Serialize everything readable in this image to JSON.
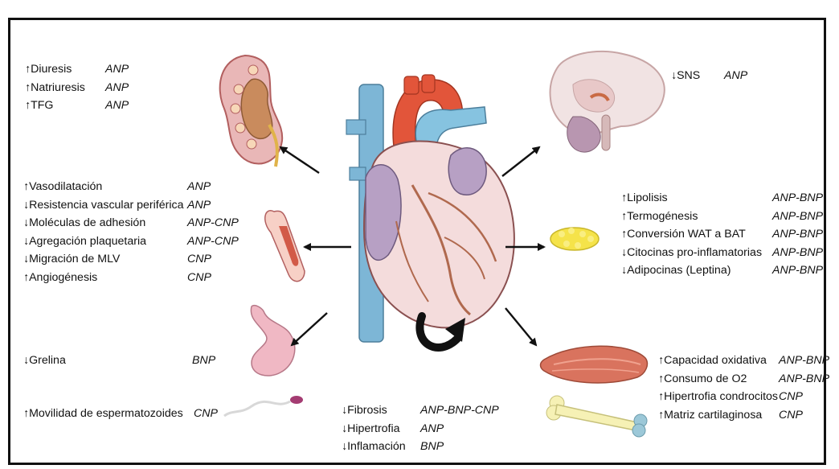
{
  "kidney_effects": [
    {
      "arrow": "up",
      "label": "Diuresis",
      "hormone": "ANP"
    },
    {
      "arrow": "up",
      "label": "Natriuresis",
      "hormone": "ANP"
    },
    {
      "arrow": "up",
      "label": "TFG",
      "hormone": "ANP"
    }
  ],
  "vascular_effects": [
    {
      "arrow": "up",
      "label": "Vasodilatación",
      "hormone": "ANP"
    },
    {
      "arrow": "down",
      "label": "Resistencia vascular periférica",
      "hormone": "ANP"
    },
    {
      "arrow": "down",
      "label": "Moléculas de adhesión",
      "hormone": "ANP-CNP"
    },
    {
      "arrow": "down",
      "label": "Agregación plaquetaria",
      "hormone": "ANP-CNP"
    },
    {
      "arrow": "down",
      "label": "Migración de MLV",
      "hormone": "CNP"
    },
    {
      "arrow": "up",
      "label": "Angiogénesis",
      "hormone": "CNP"
    }
  ],
  "stomach_effects": [
    {
      "arrow": "down",
      "label": "Grelina",
      "hormone": "BNP"
    }
  ],
  "sperm_effects": [
    {
      "arrow": "up",
      "label": "Movilidad de espermatozoides",
      "hormone": "CNP"
    }
  ],
  "heart_effects": [
    {
      "arrow": "down",
      "label": "Fibrosis",
      "hormone": "ANP-BNP-CNP"
    },
    {
      "arrow": "down",
      "label": "Hipertrofia",
      "hormone": "ANP"
    },
    {
      "arrow": "down",
      "label": "Inflamación",
      "hormone": "BNP"
    }
  ],
  "brain_effects": [
    {
      "arrow": "down",
      "label": "SNS",
      "hormone": "ANP"
    }
  ],
  "fat_effects": [
    {
      "arrow": "up",
      "label": "Lipolisis",
      "hormone": "ANP-BNP"
    },
    {
      "arrow": "up",
      "label": "Termogénesis",
      "hormone": "ANP-BNP"
    },
    {
      "arrow": "up",
      "label": "Conversión WAT a BAT",
      "hormone": "ANP-BNP"
    },
    {
      "arrow": "down",
      "label": "Citocinas pro-inflamatorias",
      "hormone": "ANP-BNP"
    },
    {
      "arrow": "down",
      "label": "Adipocinas (Leptina)",
      "hormone": "ANP-BNP"
    }
  ],
  "muscle_bone_effects": [
    {
      "arrow": "up",
      "label": "Capacidad oxidativa",
      "hormone": "ANP-BNP"
    },
    {
      "arrow": "up",
      "label": "Consumo de O2",
      "hormone": "ANP-BNP"
    },
    {
      "arrow": "up",
      "label": "Hipertrofia condrocitos",
      "hormone": "CNP"
    },
    {
      "arrow": "up",
      "label": "Matriz cartilaginosa",
      "hormone": "CNP"
    }
  ],
  "colors": {
    "frame": "#111111",
    "heart_muscle": "#f4dcdc",
    "aorta": "#e2553a",
    "vena_cava": "#7db6d6",
    "atrium": "#b7a0c4",
    "fat": "#f5e34a",
    "muscle": "#d9735e",
    "bone": "#f6f1b5",
    "stomach": "#f0b8c4",
    "kidney": "#c98b5d"
  }
}
